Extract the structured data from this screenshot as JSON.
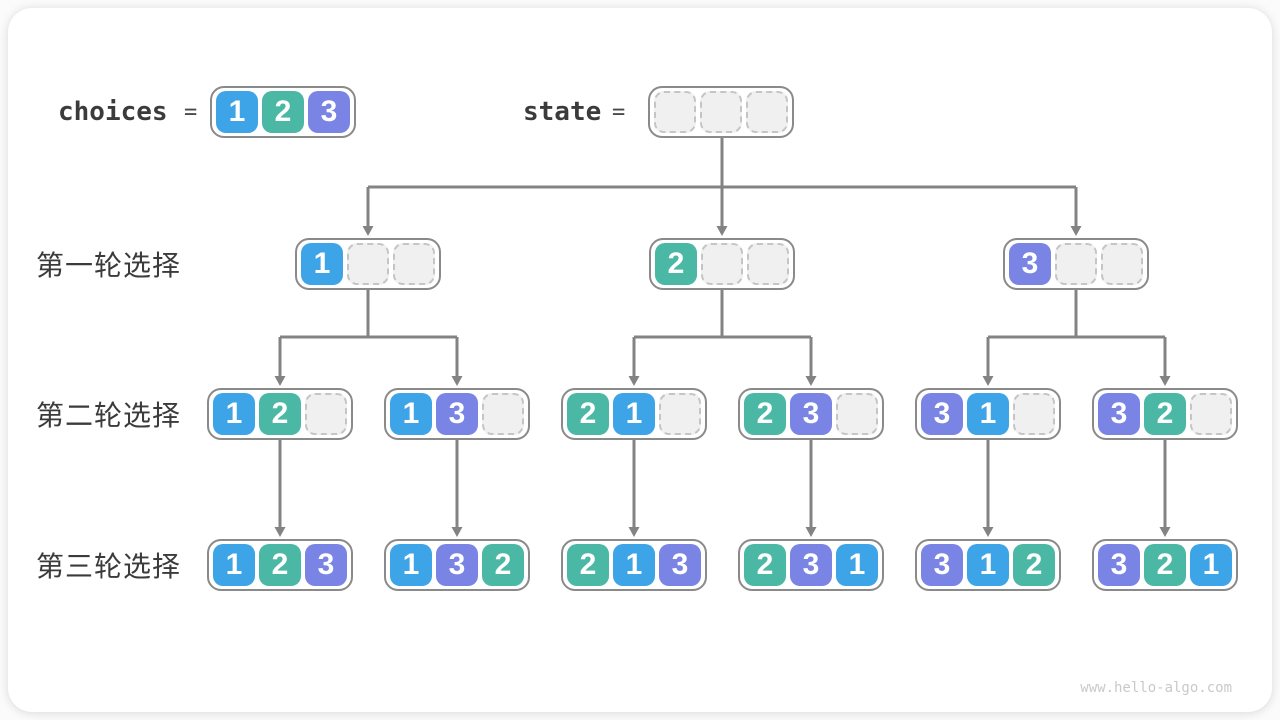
{
  "page": {
    "watermark": "www.hello-algo.com"
  },
  "colors": {
    "c1": "#3da4e8",
    "c2": "#4bb8a5",
    "c3": "#7a84e4",
    "line": "#838383",
    "empty_fill": "#f0f0f0",
    "empty_border": "#c5c5c5",
    "box_border": "#8a8a8a",
    "text": "#3b3b3b",
    "watermark": "#c9c9c9"
  },
  "header": {
    "choices_label": "choices",
    "choices_equals": "=",
    "choices_values": [
      1,
      2,
      3
    ],
    "state_label": "state",
    "state_equals": "=",
    "state_values": [
      null,
      null,
      null
    ]
  },
  "rows": [
    {
      "label": "第一轮选择",
      "nodes": [
        [
          1,
          null,
          null
        ],
        [
          2,
          null,
          null
        ],
        [
          3,
          null,
          null
        ]
      ]
    },
    {
      "label": "第二轮选择",
      "nodes": [
        [
          1,
          2,
          null
        ],
        [
          1,
          3,
          null
        ],
        [
          2,
          1,
          null
        ],
        [
          2,
          3,
          null
        ],
        [
          3,
          1,
          null
        ],
        [
          3,
          2,
          null
        ]
      ]
    },
    {
      "label": "第三轮选择",
      "nodes": [
        [
          1,
          2,
          3
        ],
        [
          1,
          3,
          2
        ],
        [
          2,
          1,
          3
        ],
        [
          2,
          3,
          1
        ],
        [
          3,
          1,
          2
        ],
        [
          3,
          2,
          1
        ]
      ]
    }
  ]
}
